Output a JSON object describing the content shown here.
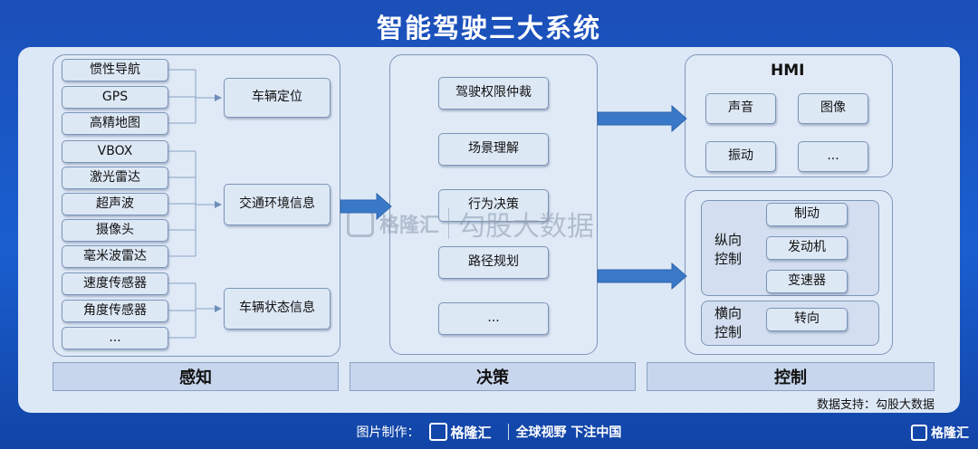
{
  "title": "智能驾驶三大系统",
  "perception": {
    "inputs": [
      "惯性导航",
      "GPS",
      "高精地图",
      "VBOX",
      "激光雷达",
      "超声波",
      "摄像头",
      "毫米波雷达",
      "速度传感器",
      "角度传感器",
      "..."
    ],
    "outputs": [
      "车辆定位",
      "交通环境信息",
      "车辆状态信息"
    ],
    "label": "感知"
  },
  "decision": {
    "items": [
      "驾驶权限仲裁",
      "场景理解",
      "行为决策",
      "路径规划",
      "..."
    ],
    "label": "决策"
  },
  "control": {
    "hmi_title": "HMI",
    "hmi_items": [
      "声音",
      "图像",
      "振动",
      "..."
    ],
    "longitudinal_label": "纵向控制",
    "longitudinal_items": [
      "制动",
      "发动机",
      "变速器"
    ],
    "lateral_label": "横向控制",
    "lateral_items": [
      "转向"
    ],
    "label": "控制"
  },
  "source": "数据支持：勾股大数据",
  "watermark": {
    "brand": "格隆汇",
    "text": "勾股大数据"
  },
  "footer": {
    "made_by": "图片制作：",
    "brand": "格隆汇",
    "slogan": "全球视野 下注中国"
  },
  "colors": {
    "background": "#1a5fd0",
    "panel": "#dde8f6",
    "border": "#7b95b8",
    "arrow": "#3a78c8"
  }
}
